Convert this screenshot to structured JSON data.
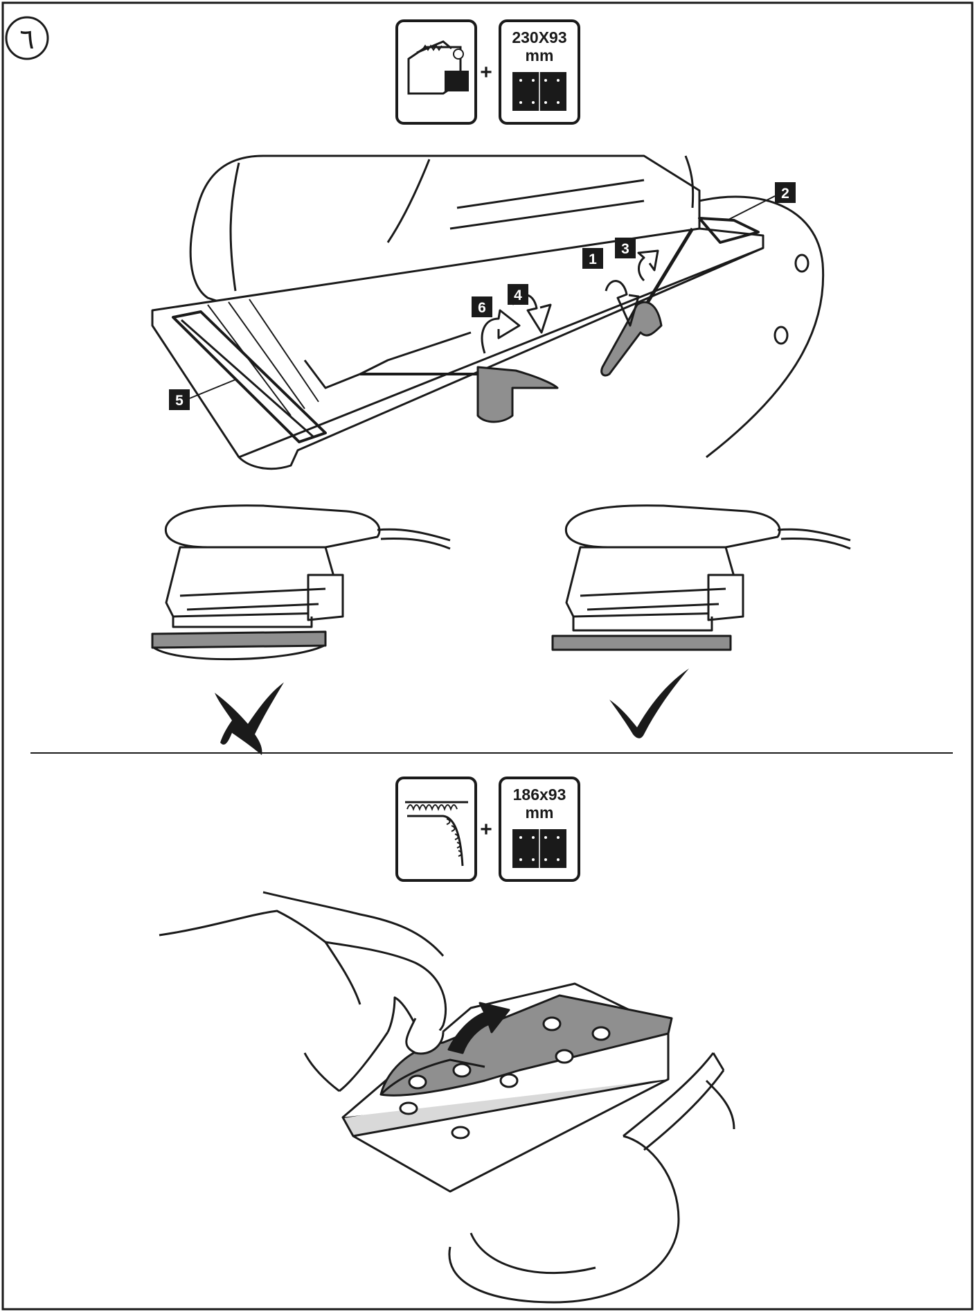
{
  "page": {
    "step_number": "٦"
  },
  "top_section": {
    "plus_sign": "+",
    "sheet_size_line1": "230X93",
    "sheet_size_line2": "mm",
    "callouts": [
      "1",
      "2",
      "3",
      "4",
      "5",
      "6"
    ],
    "icon_clamp": "clamp-sheet-icon",
    "icon_wrong": "cross-mark-icon",
    "icon_right": "check-mark-icon"
  },
  "bottom_section": {
    "plus_sign": "+",
    "sheet_size_line1": "186x93",
    "sheet_size_line2": "mm",
    "icon_hookloop": "hook-and-loop-icon"
  },
  "colors": {
    "ink": "#1a1a1a",
    "paper": "#ffffff",
    "grey_fill": "#8f8f8f",
    "light_grey": "#d9d9d9"
  }
}
